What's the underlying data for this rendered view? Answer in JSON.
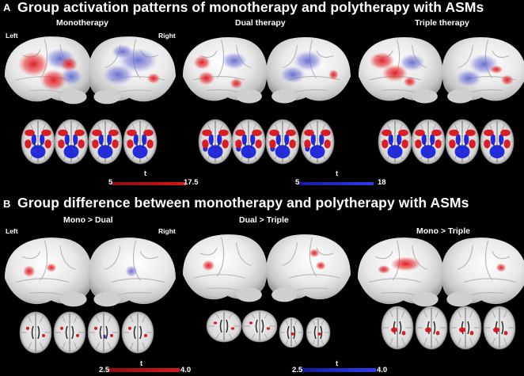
{
  "panel_a": {
    "letter": "A",
    "title": "Group activation patterns of monotherapy and polytherapy with ASMs",
    "conditions": [
      "Monotherapy",
      "Dual therapy",
      "Triple therapy"
    ],
    "side_left": "Left",
    "side_right": "Right",
    "red_scale": {
      "min": "5",
      "label": "t",
      "max": "17.5",
      "color": "#c0191c"
    },
    "blue_scale": {
      "min": "5",
      "label": "t",
      "max": "18",
      "color": "#1f2fd6"
    }
  },
  "panel_b": {
    "letter": "B",
    "title": "Group difference between monotherapy and polytherapy with ASMs",
    "conditions": [
      "Mono > Dual",
      "Dual > Triple",
      "Mono > Triple"
    ],
    "side_left": "Left",
    "side_right": "Right",
    "red_scale": {
      "min": "2.5",
      "label": "t",
      "max": "4.0",
      "color": "#c0191c"
    },
    "blue_scale": {
      "min": "2.5",
      "label": "t",
      "max": "4.0",
      "color": "#1f2fd6"
    }
  }
}
